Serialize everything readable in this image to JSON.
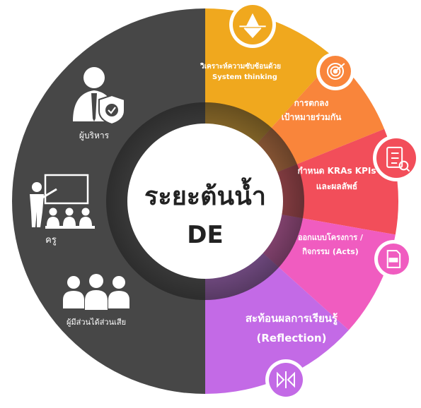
{
  "center": {
    "title_line1": "ระยะต้นน้ำ",
    "title_line2": "DE"
  },
  "stakeholders": [
    {
      "label": "ผู้บริหาร",
      "icon": "executive-shield-icon"
    },
    {
      "label": "ครู",
      "icon": "teacher-board-icon"
    },
    {
      "label": "ผู้มีส่วนได้ส่วนเสีย",
      "icon": "people-group-icon"
    }
  ],
  "steps": [
    {
      "line1": "วิเคราะห์ความซับซ้อนด้วย",
      "line2": "System thinking",
      "color": "#F0A81E",
      "icon": "iceberg-icon"
    },
    {
      "line1": "การตกลง",
      "line2": "เป้าหมายร่วมกัน",
      "color": "#F9853B",
      "icon": "target-icon"
    },
    {
      "line1": "กำหนด KRAs KPIs",
      "line2": "และผลลัพธ์",
      "color": "#F24E5A",
      "icon": "checklist-icon"
    },
    {
      "line1": "ออกแบบโครงการ /",
      "line2": "กิจกรรม (Acts)",
      "color": "#F05CC0",
      "icon": "document-act-icon"
    },
    {
      "line1": "สะท้อนผลการเรียนรู้",
      "line2": "(Reflection)",
      "color": "#C36AE6",
      "icon": "reflection-icon"
    }
  ],
  "colors": {
    "left_half": "#474747",
    "center_disc": "#ffffff",
    "inner_ring": "#2E2E2E"
  }
}
